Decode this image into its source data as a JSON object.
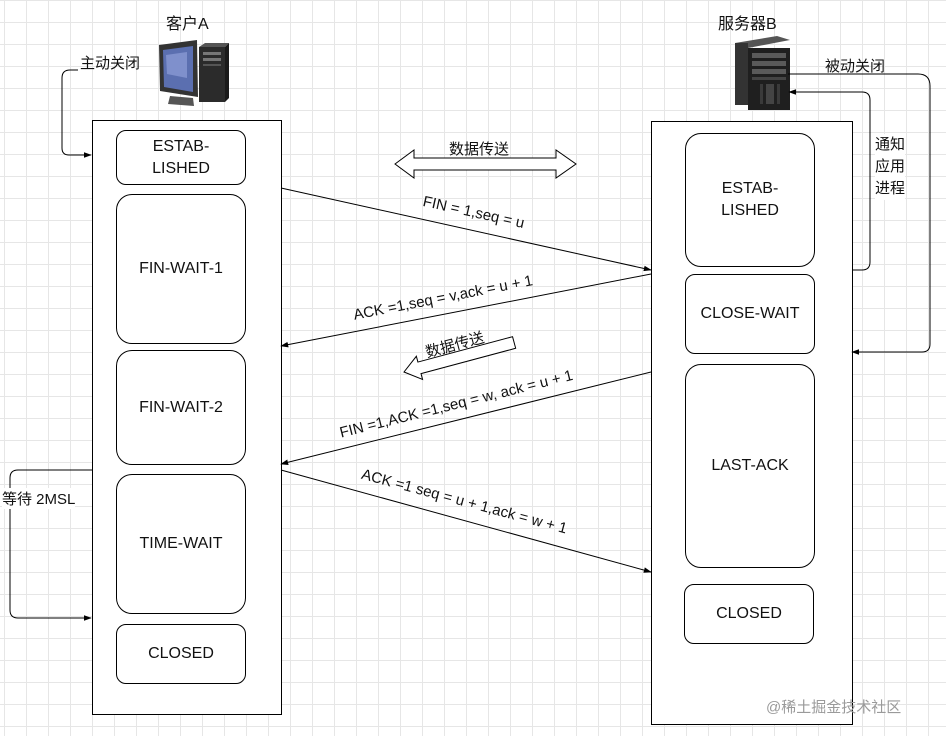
{
  "client": {
    "title": "客户A",
    "close_label": "主动关闭",
    "wait_label": "等待 2MSL",
    "states": [
      "ESTAB-\nLISHED",
      "FIN-WAIT-1",
      "FIN-WAIT-2",
      "TIME-WAIT",
      "CLOSED"
    ]
  },
  "server": {
    "title": "服务器B",
    "close_label": "被动关闭",
    "notify_label": "通知\n应用\n进程",
    "states": [
      "ESTAB-\nLISHED",
      "CLOSE-WAIT",
      "LAST-ACK",
      "CLOSED"
    ]
  },
  "messages": {
    "data_transfer_1": "数据传送",
    "fin": "FIN = 1,seq = u",
    "ack": "ACK =1,seq = v,ack = u + 1",
    "data_transfer_2": "数据传送",
    "fin_ack": "FIN =1,ACK =1,seq = w, ack = u + 1",
    "last_ack": "ACK =1 seq = u + 1,ack = w + 1"
  },
  "watermark": "@稀土掘金技术社区"
}
